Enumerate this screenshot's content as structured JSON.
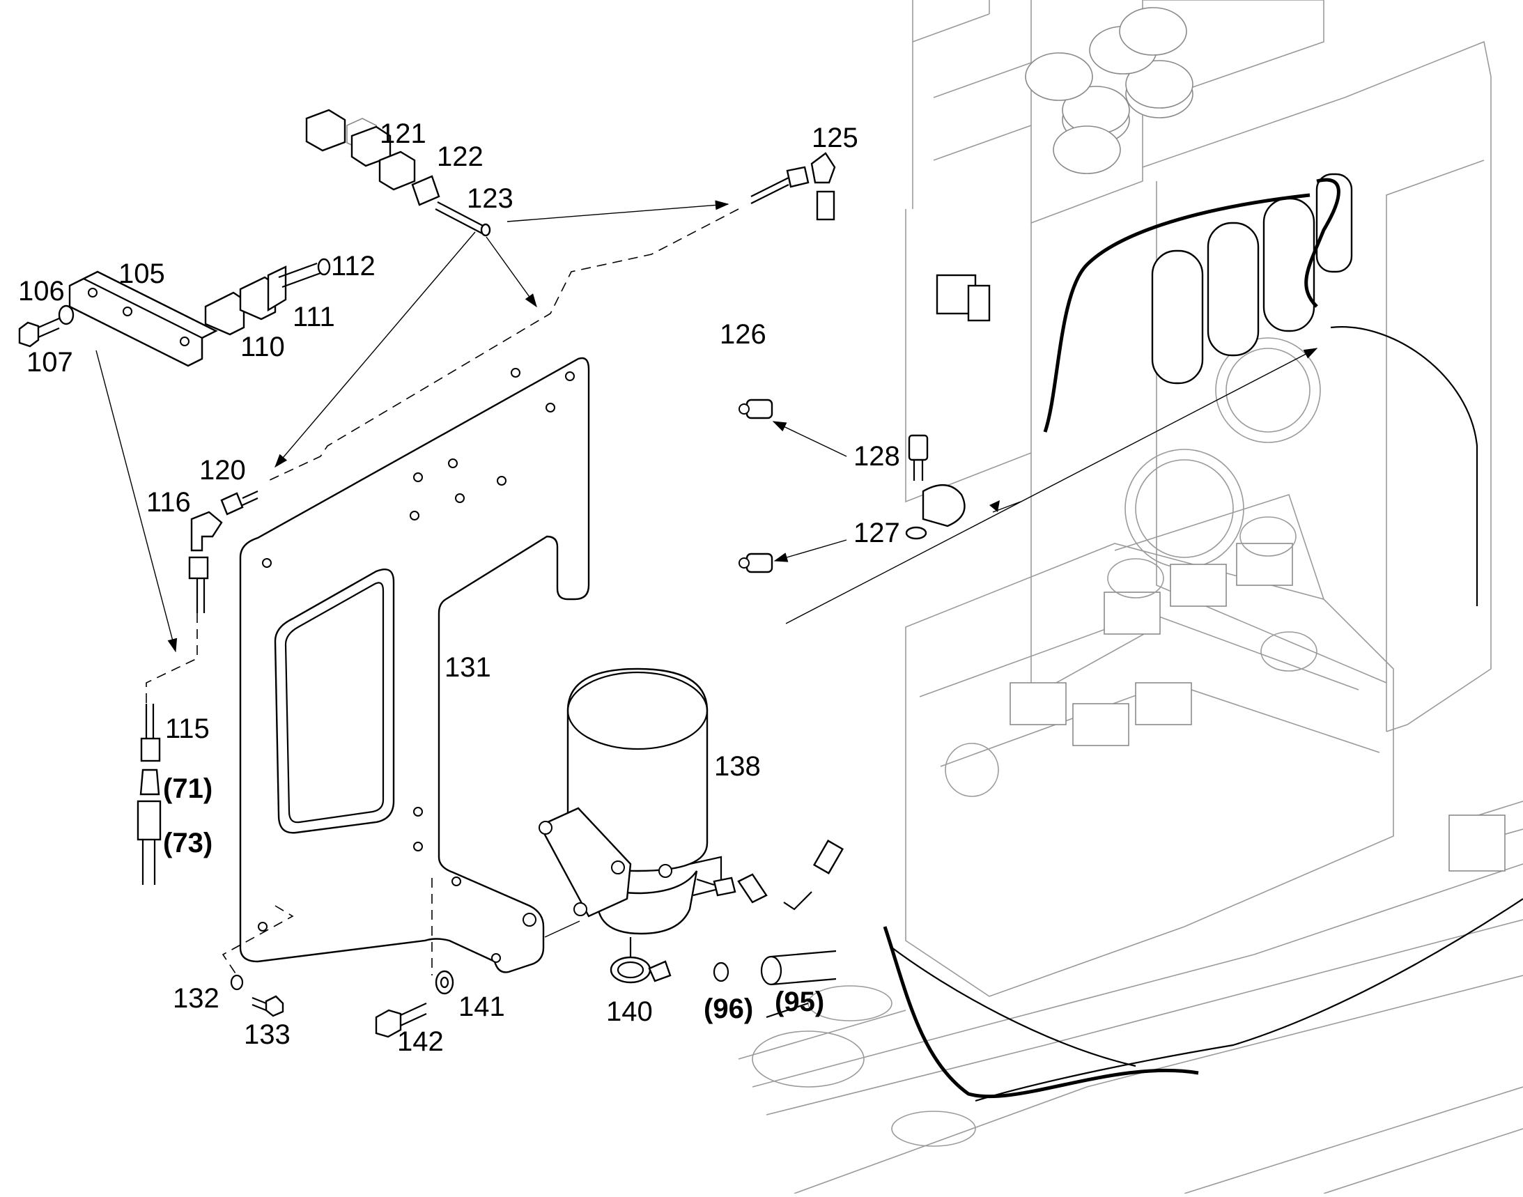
{
  "callouts": {
    "p105": "105",
    "p106": "106",
    "p107": "107",
    "p110": "110",
    "p111": "111",
    "p112": "112",
    "p115": "115",
    "p116": "116",
    "p120": "120",
    "p121": "121",
    "p122": "122",
    "p123": "123",
    "p125": "125",
    "p126": "126",
    "p127": "127",
    "p128": "128",
    "p131": "131",
    "p132": "132",
    "p133": "133",
    "p138": "138",
    "p140": "140",
    "p141": "141",
    "p142": "142"
  },
  "references": {
    "r71": "(71)",
    "r73": "(73)",
    "r95": "(95)",
    "r96": "(96)"
  }
}
